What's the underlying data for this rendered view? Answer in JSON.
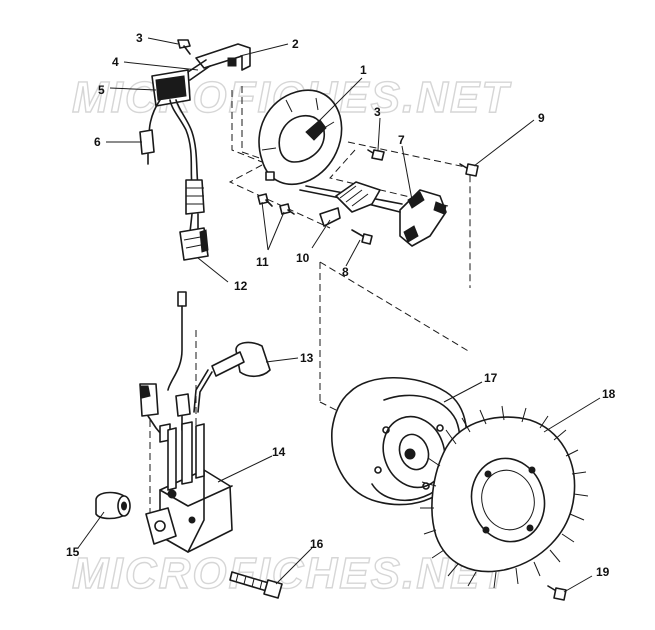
{
  "watermark": {
    "text": "MICROFICHES.NET",
    "color": "#d6d6d6"
  },
  "callouts": [
    "1",
    "2",
    "3",
    "4",
    "5",
    "6",
    "7",
    "8",
    "9",
    "10",
    "11",
    "12",
    "13",
    "14",
    "15",
    "16",
    "17",
    "18",
    "19"
  ],
  "colors": {
    "line": "#1a1a1a",
    "background": "#ffffff"
  }
}
